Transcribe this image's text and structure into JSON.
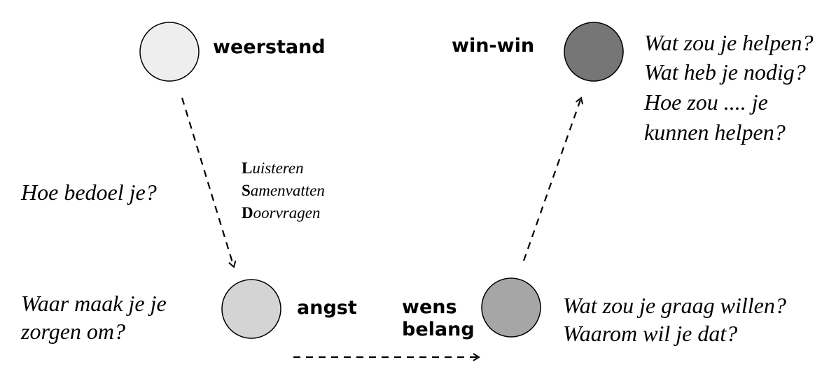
{
  "nodes": {
    "weerstand": {
      "label": "weerstand",
      "fill": "#eeeeee"
    },
    "angst": {
      "label": "angst",
      "fill": "#d4d4d4"
    },
    "wens_belang": {
      "label_line1": "wens",
      "label_line2": "belang",
      "fill": "#a6a6a6"
    },
    "win_win": {
      "label": "win-win",
      "fill": "#767676"
    }
  },
  "questions": {
    "hoe_bedoel": "Hoe bedoel je?",
    "waar_maak_1": "Waar maak je je",
    "waar_maak_2": "zorgen om?",
    "wens_1": "Wat zou je graag willen?",
    "wens_2": "Waarom wil je dat?",
    "winwin_1": "Wat zou je helpen?",
    "winwin_2": "Wat heb je nodig?",
    "winwin_3": "Hoe zou .... je",
    "winwin_4": "kunnen helpen?"
  },
  "lsd": {
    "l_initial": "L",
    "l_rest": "uisteren",
    "s_initial": "S",
    "s_rest": "amenvatten",
    "d_initial": "D",
    "d_rest": "oorvragen"
  }
}
